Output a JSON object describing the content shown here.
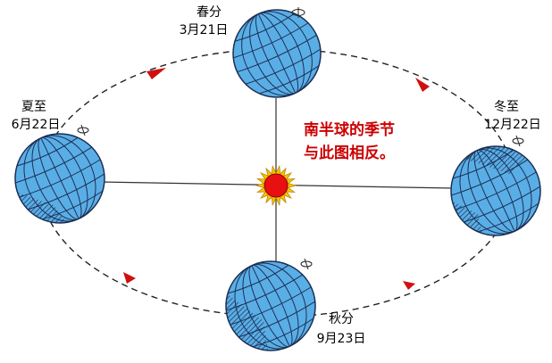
{
  "seasons": {
    "spring": {
      "name": "春分",
      "date": "3月21日"
    },
    "summer": {
      "name": "夏至",
      "date": "6月22日"
    },
    "autumn": {
      "name": "秋分",
      "date": "9月23日"
    },
    "winter": {
      "name": "冬至",
      "date": "12月22日"
    }
  },
  "note": {
    "line1": "南半球的季节",
    "line2": "与此图相反。"
  },
  "colors": {
    "globe": "#5aaee6",
    "globe_stroke": "#1b2f55",
    "sun": "#e81010",
    "sun_rays": "#f6c400",
    "note": "#cc0000",
    "arrow": "#d01010"
  }
}
